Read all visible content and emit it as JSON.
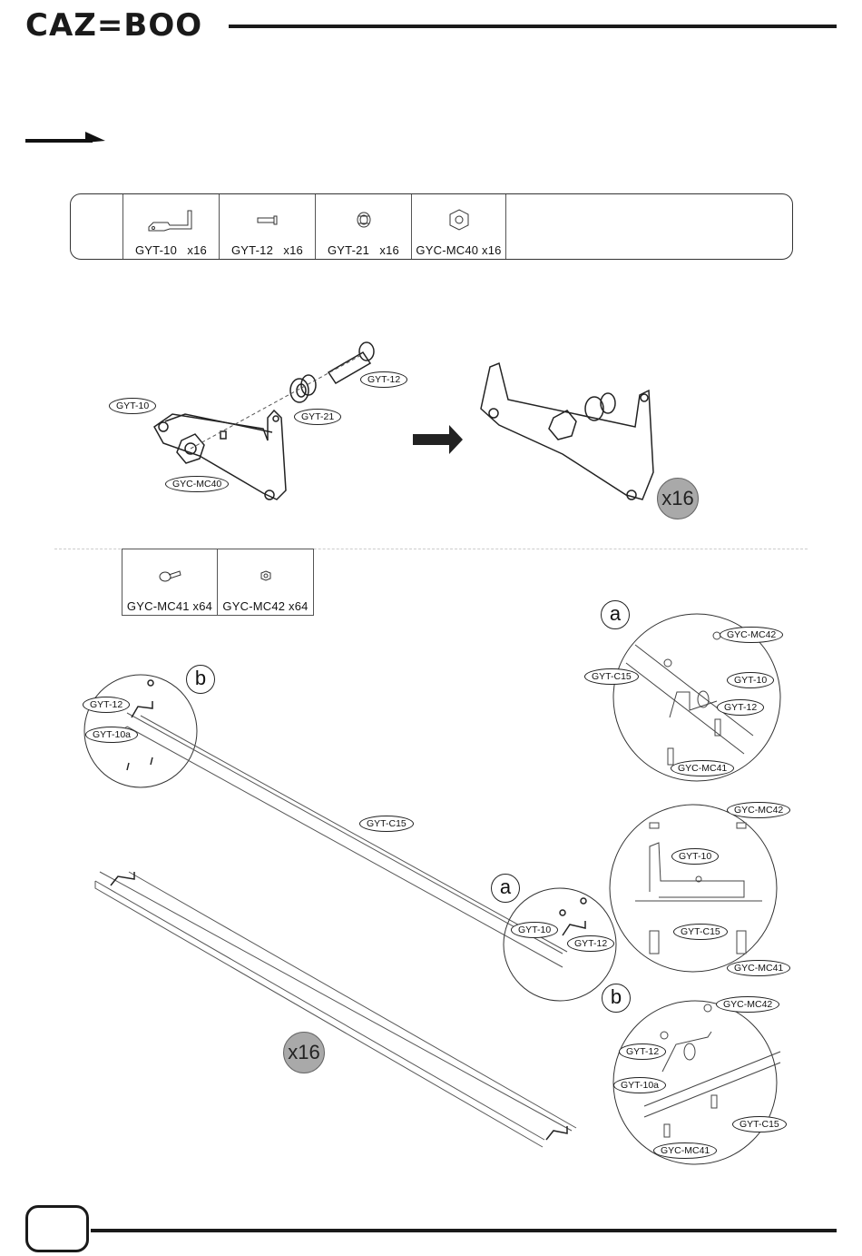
{
  "brand": {
    "logo_text": "CAZ=BOO"
  },
  "parts_row_1": [
    {
      "code": "GYT-10",
      "qty": "x16",
      "label": "GYT-10   x16"
    },
    {
      "code": "GYT-12",
      "qty": "x16",
      "label": "GYT-12   x16"
    },
    {
      "code": "GYT-21",
      "qty": "x16",
      "label": "GYT-21   x16"
    },
    {
      "code": "GYC-MC40",
      "qty": "x16",
      "label": "GYC-MC40 x16"
    }
  ],
  "parts_row_2": [
    {
      "code": "GYC-MC41",
      "qty": "x64",
      "label": "GYC-MC41 x64"
    },
    {
      "code": "GYC-MC42",
      "qty": "x64",
      "label": "GYC-MC42 x64"
    }
  ],
  "step1": {
    "callouts": [
      "GYT-10",
      "GYT-12",
      "GYT-21",
      "GYC-MC40"
    ],
    "multiplier": "x16"
  },
  "step2": {
    "detail_b_top": {
      "letter": "b",
      "callouts": [
        "GYT-12",
        "GYT-10a"
      ]
    },
    "rail_label": "GYT-C15",
    "detail_a_mid": {
      "letter": "a",
      "callouts": [
        "GYT-10",
        "GYT-12"
      ]
    },
    "letter_b_mid": "b",
    "multiplier": "x16",
    "zoom_a": {
      "letter": "a",
      "callouts": [
        "GYC-MC42",
        "GYT-C15",
        "GYT-10",
        "GYT-12",
        "GYC-MC41"
      ]
    },
    "zoom_side": {
      "callouts": [
        "GYC-MC42",
        "GYT-10",
        "GYT-C15",
        "GYC-MC41"
      ]
    },
    "zoom_b": {
      "callouts": [
        "GYC-MC42",
        "GYT-12",
        "GYT-10a",
        "GYT-C15",
        "GYC-MC41"
      ]
    }
  },
  "footer": {
    "page_number": ""
  }
}
